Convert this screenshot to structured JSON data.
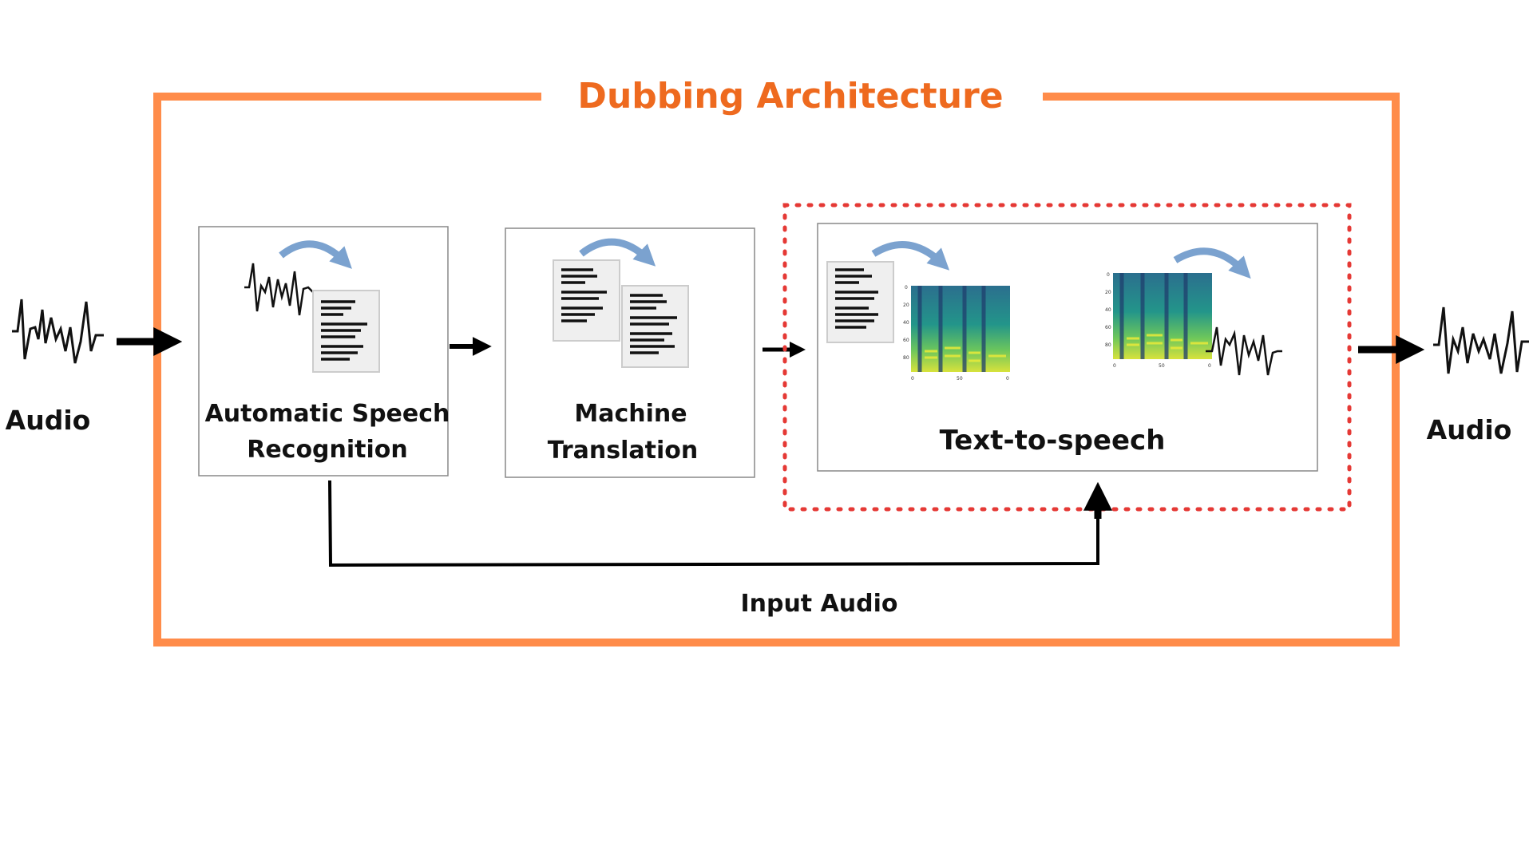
{
  "diagram": {
    "title": "Dubbing Architecture",
    "input_label": "Audio",
    "output_label": "Audio",
    "stages": [
      {
        "label_line1": "Automatic Speech",
        "label_line2": "Recognition"
      },
      {
        "label_line1": "Machine",
        "label_line2": "Translation"
      },
      {
        "label_line1": "Text-to-speech"
      }
    ],
    "feedback_label": "Input Audio"
  },
  "colors": {
    "frame": "#ff8c4a",
    "title": "#ee6a1f",
    "dotted_border": "#e53935",
    "curved_arrow": "#7ba2cf",
    "arrow": "#000000"
  },
  "icons": [
    "waveform-icon",
    "document-icon",
    "spectrogram-icon",
    "curved-arrow-icon"
  ]
}
